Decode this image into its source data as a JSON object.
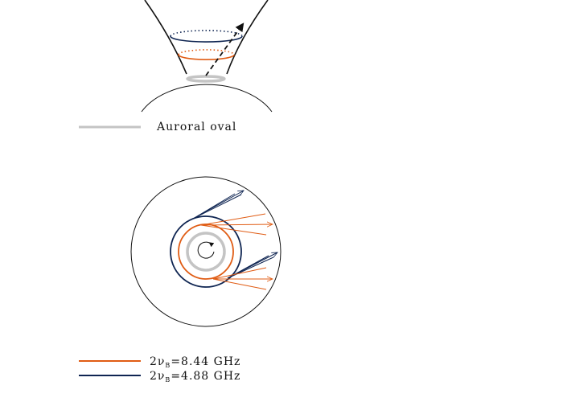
{
  "colors": {
    "orange": "#e05c14",
    "navy": "#0f2552",
    "gray": "#c4c4c4",
    "black": "#111111"
  },
  "legend_top": {
    "auroral_label": "Auroral oval"
  },
  "legend_bottom": {
    "orange_prefix": "2ν",
    "orange_sub": "B",
    "orange_value": "=8.44 GHz",
    "navy_prefix": "2ν",
    "navy_sub": "B",
    "navy_value": "=4.88 GHz"
  }
}
